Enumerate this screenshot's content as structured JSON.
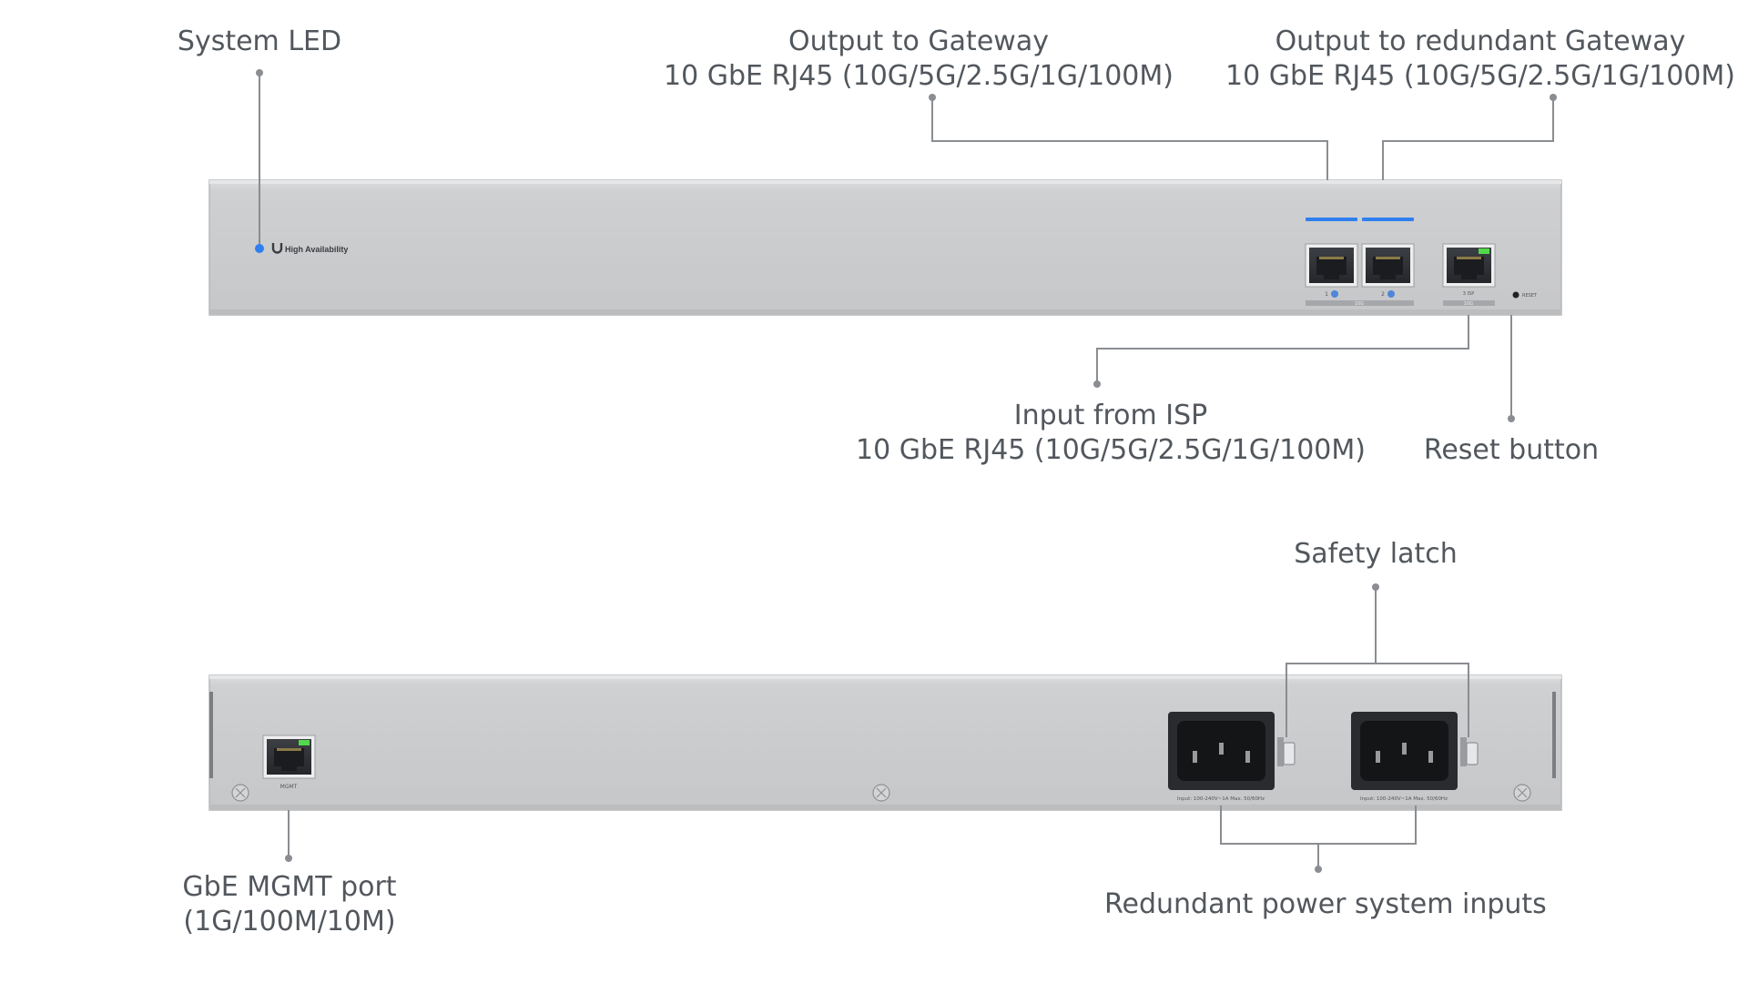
{
  "labels": {
    "system_led": "System LED",
    "output_gateway": {
      "line1": "Output to Gateway",
      "line2": "10 GbE RJ45 (10G/5G/2.5G/1G/100M)"
    },
    "output_redundant": {
      "line1": "Output to redundant Gateway",
      "line2": "10 GbE RJ45 (10G/5G/2.5G/1G/100M)"
    },
    "input_isp": {
      "line1": "Input from ISP",
      "line2": "10 GbE RJ45 (10G/5G/2.5G/1G/100M)"
    },
    "reset_button": "Reset button",
    "safety_latch": "Safety latch",
    "mgmt_port": {
      "line1": "GbE MGMT port",
      "line2": "(1G/100M/10M)"
    },
    "power_inputs": "Redundant power system inputs"
  },
  "front_panel": {
    "brand_text": "High Availability",
    "port_labels": [
      "1",
      "2",
      "3 ISP"
    ],
    "group_labels": [
      "10G",
      "10G"
    ],
    "reset_text": "RESET"
  },
  "rear_panel": {
    "mgmt_text": "MGMT",
    "psu_text": "Input: 100-240V~1A Max. 50/60Hz"
  },
  "colors": {
    "chassis": "#cfd0d2",
    "led_blue": "#2f7ff0",
    "link_green": "#52d84a",
    "leader_line": "#8a8d91"
  }
}
